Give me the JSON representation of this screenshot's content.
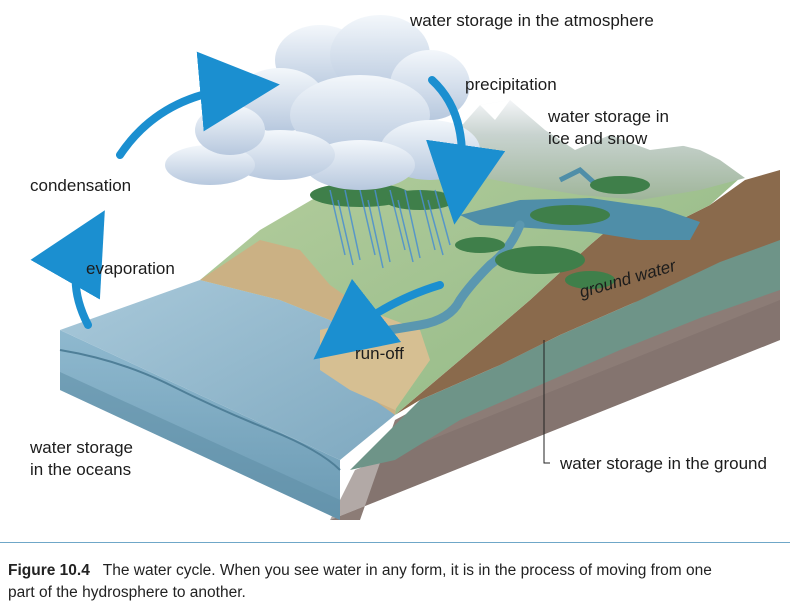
{
  "labels": {
    "atmosphere": "water storage in the atmosphere",
    "precipitation": "precipitation",
    "ice_snow": "water storage in\nice and snow",
    "condensation": "condensation",
    "evaporation": "evaporation",
    "ground_water": "ground water",
    "run_off": "run-off",
    "oceans": "water storage\nin the oceans",
    "ground": "water storage in the ground"
  },
  "caption": {
    "title": "Figure 10.4",
    "text": "The water cycle. When you see water in any form, it is in the process of moving from one part of the hydrosphere to another."
  },
  "colors": {
    "ocean": "#8fb7cc",
    "land_green": "#9cbf8a",
    "land_tan": "#cbb184",
    "soil_brown": "#8a6a4c",
    "ground_water": "#6e9488",
    "bedrock": "#8c7c76",
    "arrow_blue": "#1b8fd0",
    "cloud": "#dbe6f2",
    "forest": "#3f7f4a"
  }
}
